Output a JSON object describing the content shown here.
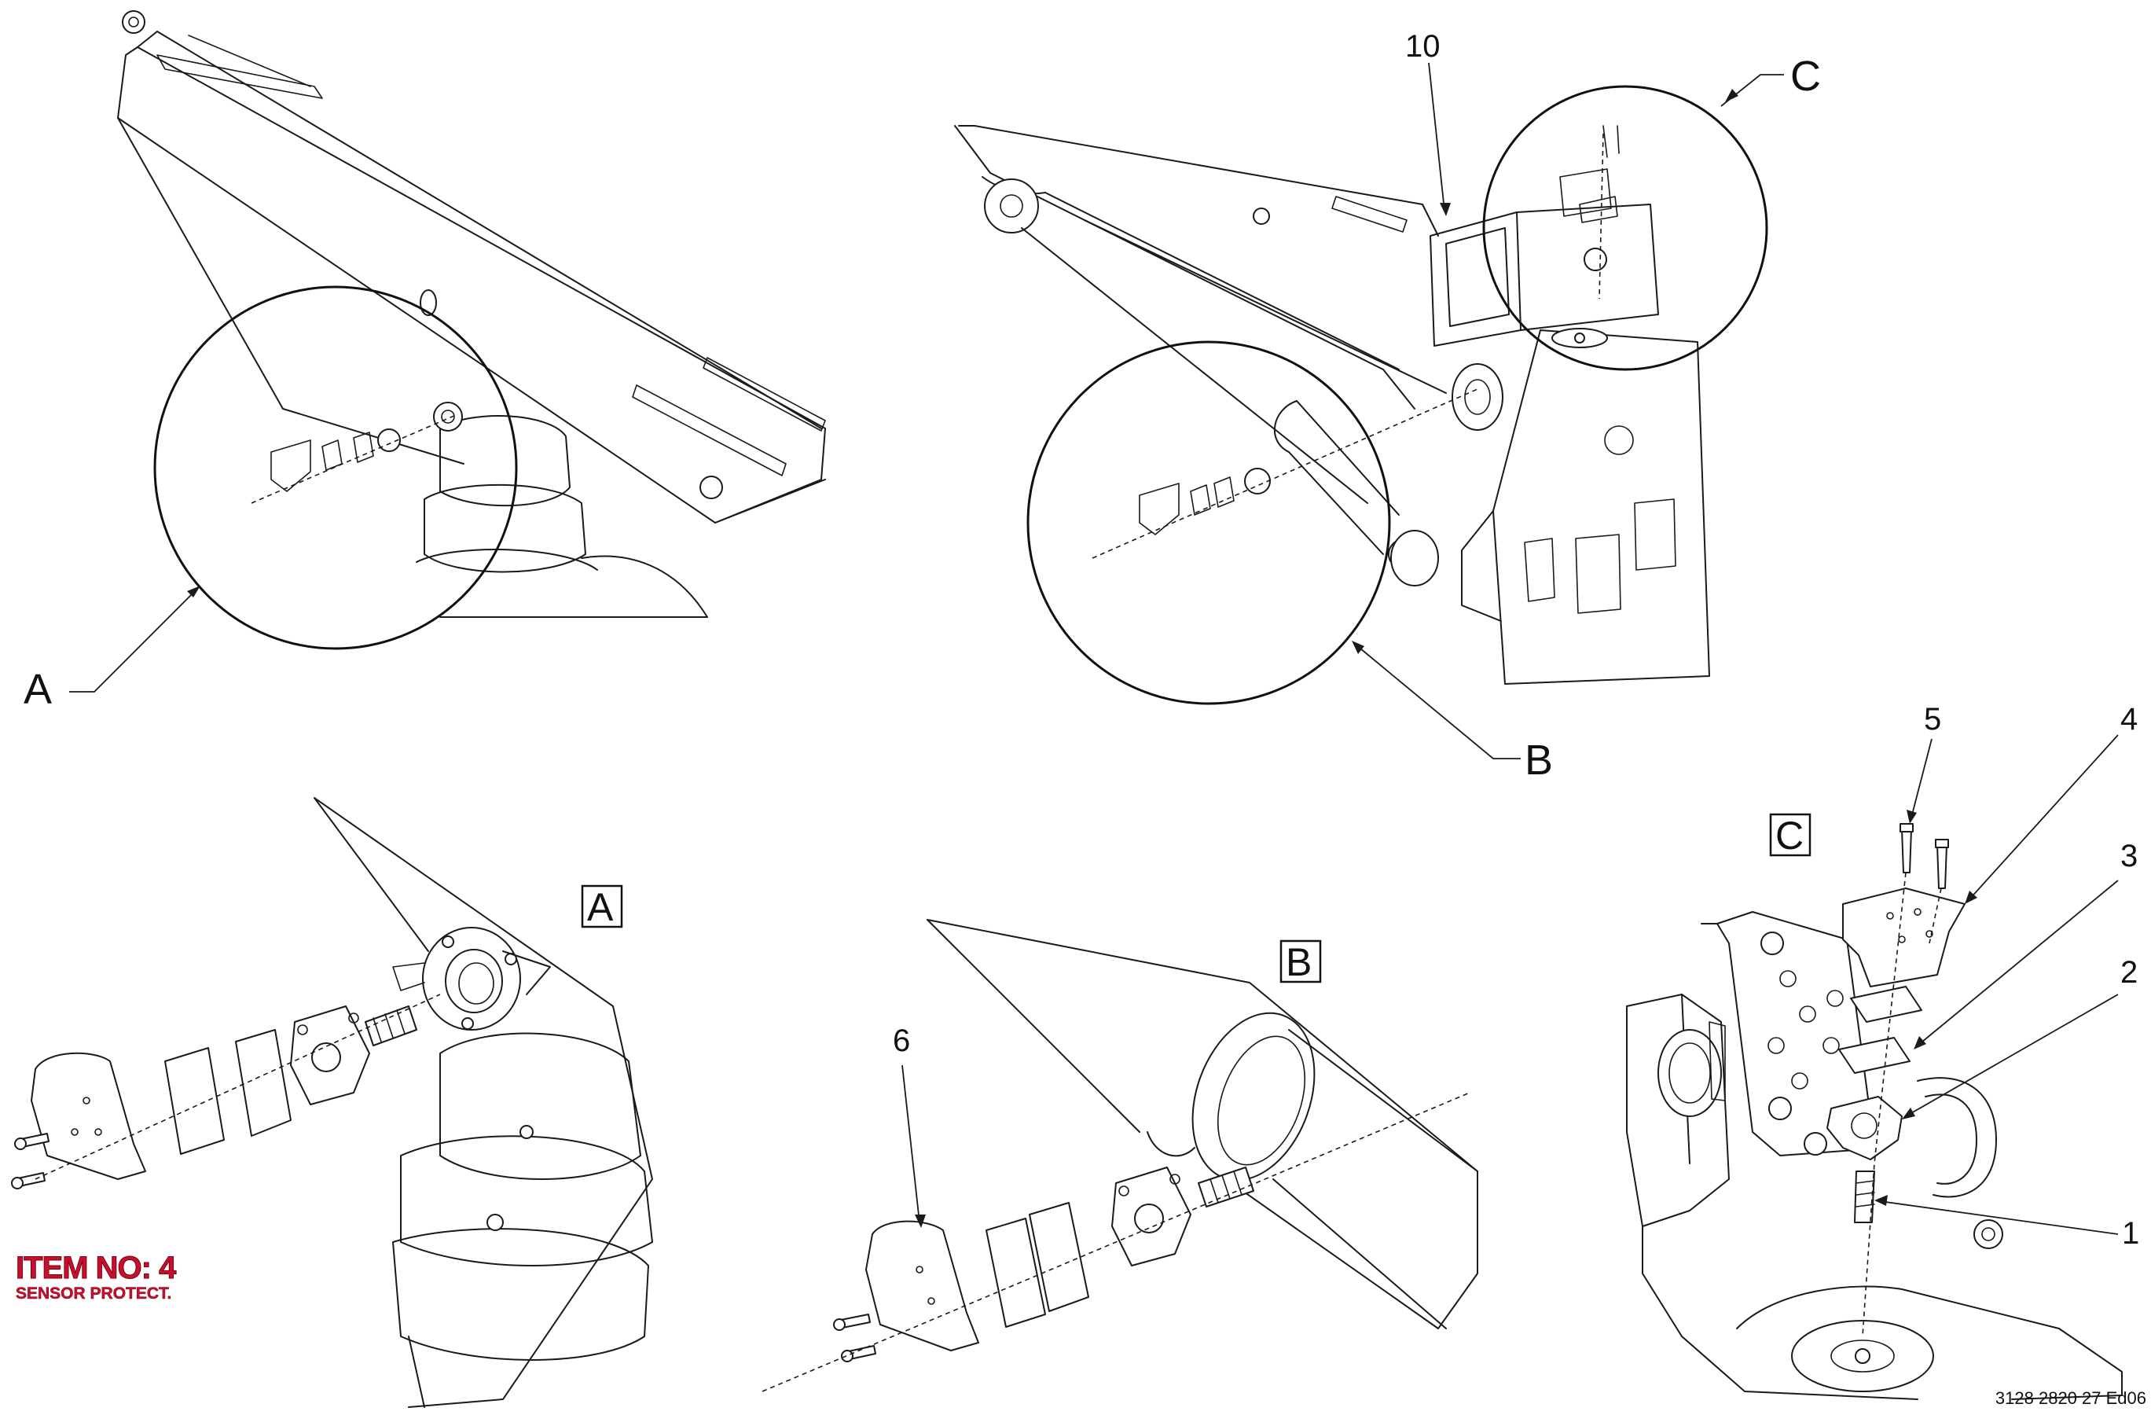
{
  "detail_views": {
    "a": {
      "callout": "A",
      "box_label": "A"
    },
    "b": {
      "callout": "B",
      "box_label": "B"
    },
    "c": {
      "callout": "C",
      "box_label": "C"
    }
  },
  "item_numbers": {
    "n1": "1",
    "n2": "2",
    "n3": "3",
    "n4": "4",
    "n5": "5",
    "n6": "6",
    "n10": "10"
  },
  "highlight": {
    "item_no": "ITEM NO: 4",
    "item_name": "SENSOR PROTECT.",
    "color": "#c8102e"
  },
  "document_reference": "3128 2820 27 Ed06"
}
